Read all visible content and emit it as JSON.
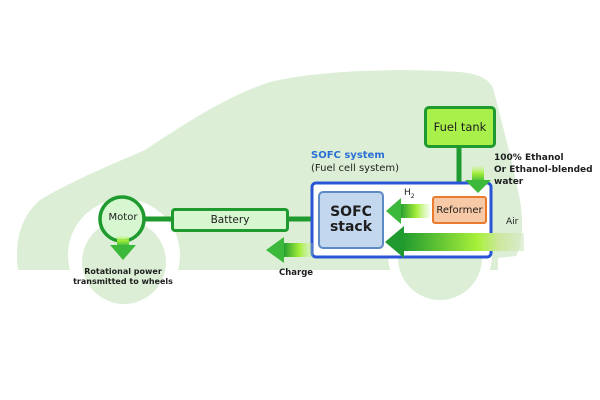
{
  "diagram": {
    "title": "SOFC fuel cell vehicle system",
    "nodes": {
      "motor": "Motor",
      "battery": "Battery",
      "sofc_stack_line1": "SOFC",
      "sofc_stack_line2": "stack",
      "reformer": "Reformer",
      "fuel_tank": "Fuel tank"
    },
    "system_label": {
      "title": "SOFC system",
      "subtitle": "(Fuel cell system)"
    },
    "flows": {
      "h2_main": "H",
      "h2_sub": "2",
      "air": "Air",
      "charge": "Charge",
      "fuel_line1": "100% Ethanol",
      "fuel_line2": "Or Ethanol-blended",
      "fuel_line3": "water",
      "wheels_line1": "Rotational power",
      "wheels_line2": "transmitted to wheels"
    },
    "colors": {
      "car_body": "#dcefd6",
      "wheel": "#dcefd6",
      "green_dark": "#1f9a2e",
      "green_light": "#a8f03a",
      "system_border": "#2a56d6",
      "system_title": "#2a6fd6",
      "stack_fill": "#c3d8ef",
      "stack_border": "#5d8ac4",
      "reformer_fill": "#f8c9a6",
      "reformer_border": "#ea7a2e",
      "fuel_tank_fill": "#a9f04a",
      "battery_fill": "#d6f7cf"
    }
  }
}
